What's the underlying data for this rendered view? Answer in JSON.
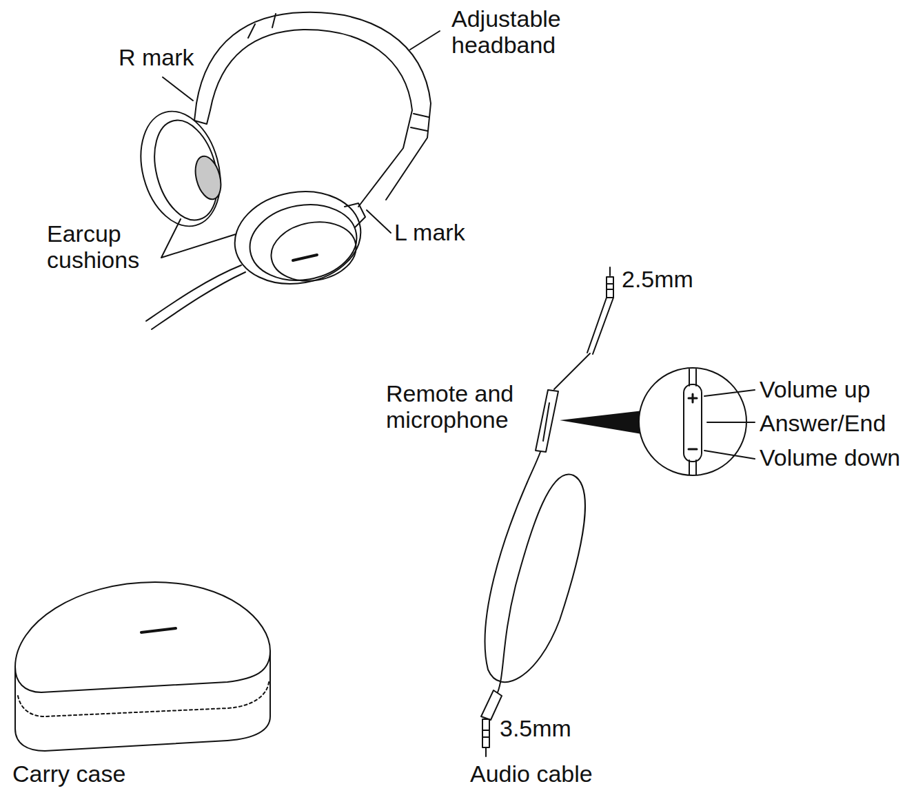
{
  "diagram": {
    "labels": [
      "R mark",
      "Adjustable headband",
      "Earcup cushions",
      "L mark",
      "2.5mm",
      "Remote and microphone",
      "Volume up",
      "Answer/End",
      "Volume down",
      "3.5mm",
      "Carry case",
      "Audio cable"
    ]
  }
}
